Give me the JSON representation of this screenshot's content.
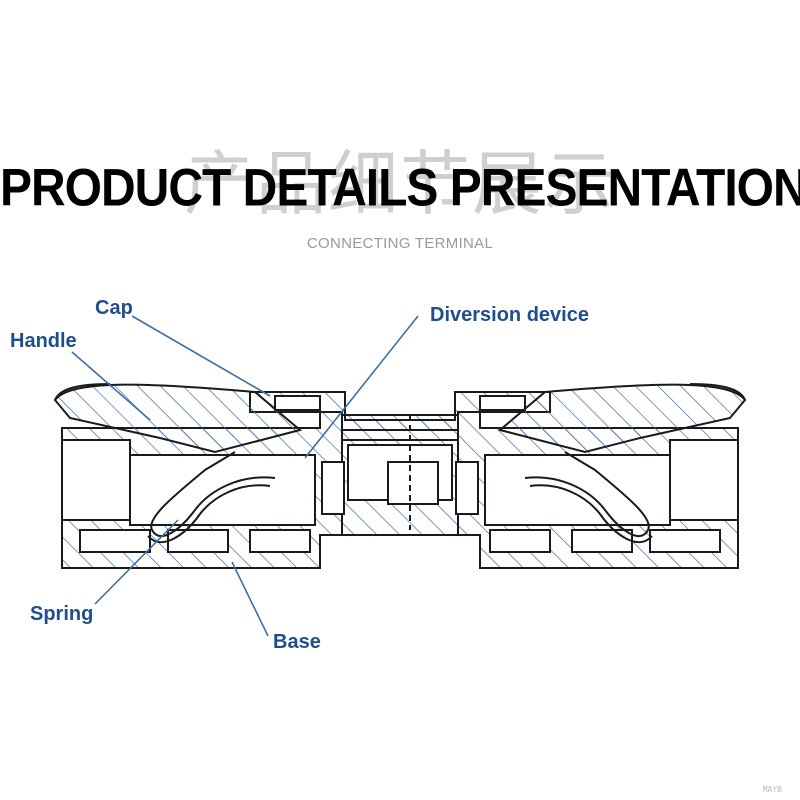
{
  "header": {
    "title_cn": "产品细节展示",
    "title_en": "PRODUCT DETAILS PRESENTATION",
    "subtitle": "CONNECTING TERMINAL"
  },
  "labels": {
    "cap": "Cap",
    "handle": "Handle",
    "diversion_device": "Diversion device",
    "spring": "Spring",
    "base": "Base"
  },
  "colors": {
    "label": "#1f4e8c",
    "hatch": "#3d6ea8",
    "outline": "#1a1a1a"
  },
  "watermark": "MAYB"
}
